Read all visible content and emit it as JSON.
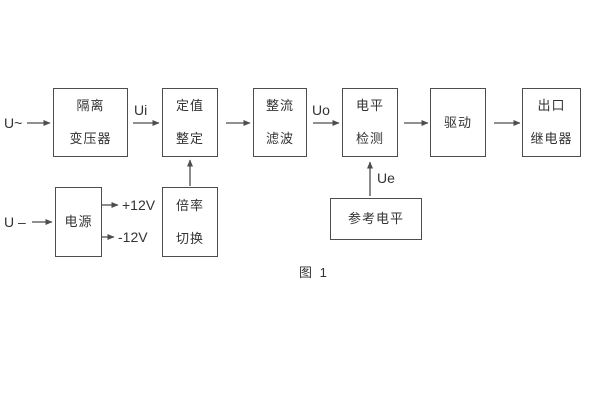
{
  "figure": {
    "caption": "图 1"
  },
  "inputs": {
    "ac": "U~",
    "dc": "U –"
  },
  "signal_labels": {
    "ui": "Ui",
    "uo": "Uo",
    "ue": "Ue",
    "plus_12v": "+12V",
    "minus_12v": "-12V"
  },
  "blocks": [
    {
      "name": "isolation-transformer",
      "lines": [
        "隔离",
        "变压器"
      ]
    },
    {
      "name": "setting-adjustment",
      "lines": [
        "定值",
        "整定"
      ]
    },
    {
      "name": "rectifier-filter",
      "lines": [
        "整流",
        "滤波"
      ]
    },
    {
      "name": "level-detection",
      "lines": [
        "电平",
        "检测"
      ]
    },
    {
      "name": "driver",
      "lines": [
        "驱动"
      ]
    },
    {
      "name": "output-relay",
      "lines": [
        "出口",
        "继电器"
      ]
    },
    {
      "name": "power-supply",
      "lines": [
        "电源"
      ]
    },
    {
      "name": "ratio-switching",
      "lines": [
        "倍率",
        "切换"
      ]
    },
    {
      "name": "reference-level",
      "lines": [
        "参考电平"
      ]
    }
  ],
  "colors": {
    "line": "#4d4d4d",
    "text": "#333333",
    "background": "#ffffff"
  }
}
